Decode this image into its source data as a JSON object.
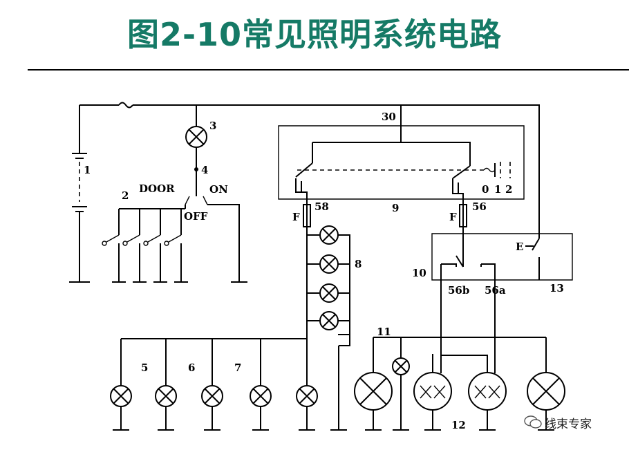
{
  "title": "图2-10常见照明系统电路",
  "watermark": "线束专家",
  "labels": {
    "n1": "1",
    "n2": "2",
    "n3": "3",
    "n4": "4",
    "n5": "5",
    "n6": "6",
    "n7": "7",
    "n8": "8",
    "n9": "9",
    "n10": "10",
    "n11": "11",
    "n12": "12",
    "n13": "13",
    "n30": "30",
    "n58": "58",
    "n56": "56",
    "n56a": "56a",
    "n56b": "56b",
    "door": "DOOR",
    "on": "ON",
    "off": "OFF",
    "fuse_f_left": "F",
    "fuse_f_right": "F",
    "pos0": "0",
    "pos1": "1",
    "pos2": "2",
    "switch_e": "E"
  }
}
